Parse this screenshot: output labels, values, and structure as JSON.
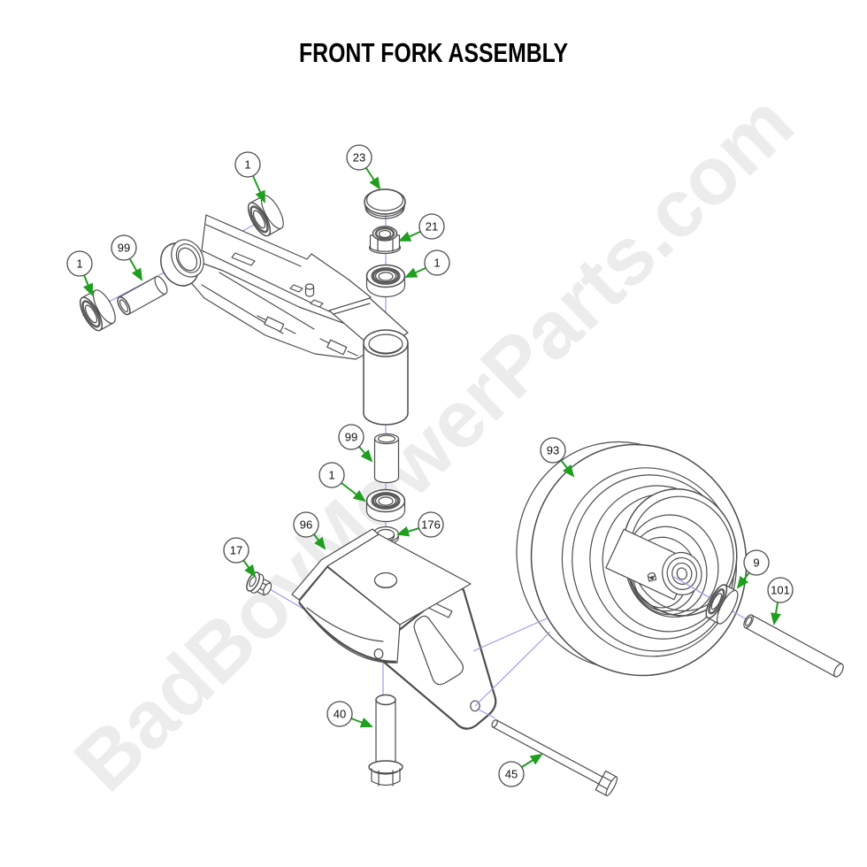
{
  "title": "FRONT FORK ASSEMBLY",
  "watermark": "BadBoyMowerParts.com",
  "diagram": {
    "type": "exploded-parts-diagram",
    "colors": {
      "background": "#ffffff",
      "line_art": "#4d4d4d",
      "callout_arrow_green": "#1f9e1f",
      "centerline_blue": "#9b9bea",
      "watermark_gray": "#ececec"
    },
    "callouts": [
      {
        "label": "1"
      },
      {
        "label": "23"
      },
      {
        "label": "21"
      },
      {
        "label": "1"
      },
      {
        "label": "99"
      },
      {
        "label": "1"
      },
      {
        "label": "99"
      },
      {
        "label": "1"
      },
      {
        "label": "96"
      },
      {
        "label": "176"
      },
      {
        "label": "17"
      },
      {
        "label": "40"
      },
      {
        "label": "45"
      },
      {
        "label": "93"
      },
      {
        "label": "9"
      },
      {
        "label": "101"
      }
    ]
  }
}
